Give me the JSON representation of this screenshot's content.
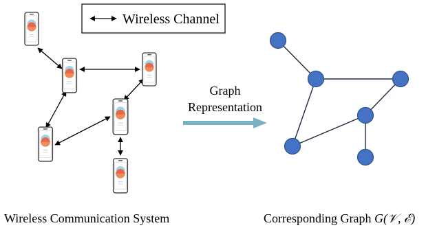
{
  "legend": {
    "label": "Wireless Channel"
  },
  "arrow_label": {
    "line1": "Graph",
    "line2": "Representation"
  },
  "captions": {
    "left": "Wireless Communication System",
    "right_prefix": "Corresponding Graph ",
    "right_math": "G(𝒱, ℰ)"
  },
  "colors": {
    "node": "#4472c4",
    "arrow": "#7ab0c4",
    "phone_accent": "#e8674a"
  },
  "icons": {
    "device": "smartphone-icon",
    "graph_node": "circle"
  }
}
